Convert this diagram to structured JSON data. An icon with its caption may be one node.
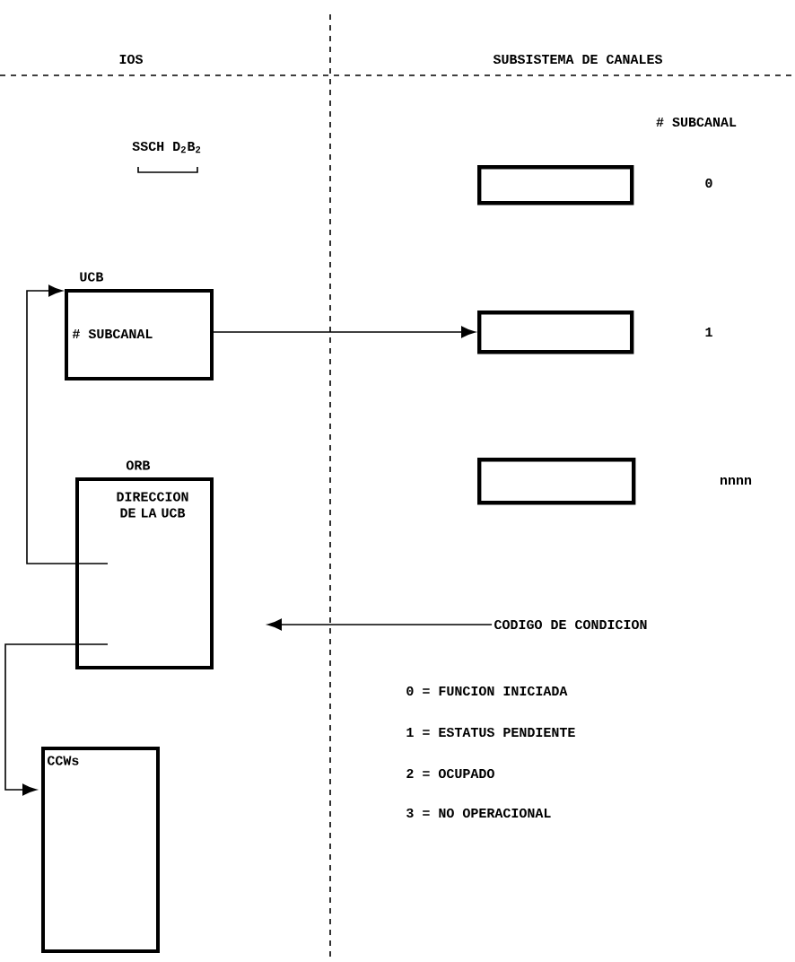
{
  "diagram": {
    "nodes": [
      {
        "text": [
          "UCB",
          "# SUBCANAL"
        ]
      },
      {
        "text": [
          "ORB",
          "DIRECCION DE LA UCB"
        ]
      },
      {
        "text": [
          "CCWs"
        ]
      },
      {
        "text": [],
        "shape": "box"
      },
      {
        "text": [],
        "shape": "box"
      },
      {
        "text": [],
        "shape": "box"
      },
      {
        "text": [
          "CODIGO DE CONDICION"
        ]
      }
    ],
    "edges": [
      {
        "from": 0,
        "to": 4,
        "arrow": "to"
      },
      {
        "from": 1,
        "to": 0,
        "arrow": "to"
      },
      {
        "from": 1,
        "to": 2,
        "arrow": "to"
      },
      {
        "from": 6,
        "to": null,
        "arrow": "to"
      }
    ],
    "labels": [
      "IOS",
      "SUBSISTEMA DE CANALES",
      "# SUBCANAL",
      "SSCH D$_{2}$B$_{2}$",
      "0",
      "1",
      "nnnn",
      "0 = FUNCION INICIADA",
      "1 = ESTATUS PENDIENTE",
      "2 = OCUPADO",
      "3 = NO OPERACIONAL"
    ]
  }
}
